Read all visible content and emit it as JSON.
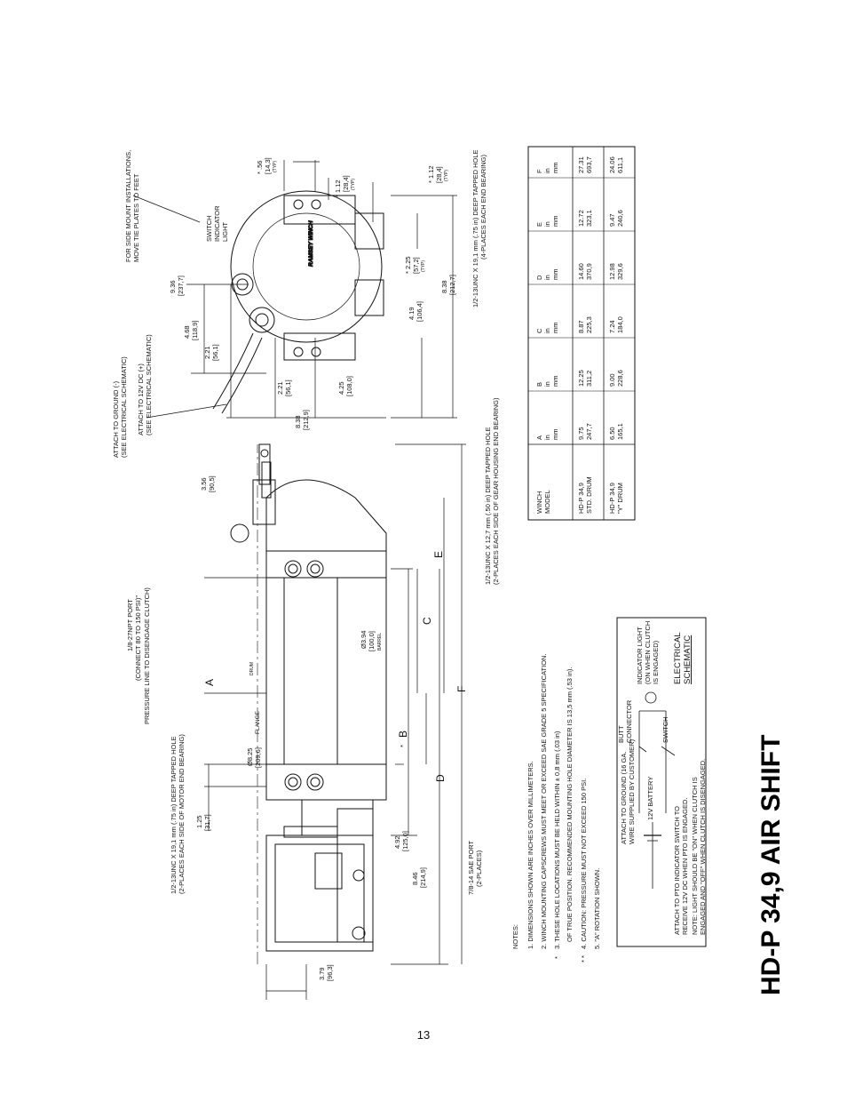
{
  "page": {
    "title": "HD-P 34,9 AIR SHIFT",
    "page_number": "13"
  },
  "side_view": {
    "callouts": {
      "tapped_motor_1": "1/2-13UNC X 19,1 mm (.75 in) DEEP TAPPED HOLE",
      "tapped_motor_2": "(2-PLACES EACH SIDE OF MOTOR END BEARING)",
      "pressure_1": "1/8-27NPT PORT",
      "pressure_2": "(CONNECT 80 TO 150 PSI)\"",
      "pressure_3": "PRESSURE LINE TO DISENGAGE CLUTCH)",
      "sae_port_1": "7/8-14 SAE PORT",
      "sae_port_2": "(2-PLACES)",
      "gear_tapped_1": "1/2-13UNC X 12,7 mm (.50 in) DEEP TAPPED HOLE",
      "gear_tapped_2": "(2-PLACES EACH SIDE OF GEAR HOUSING END BEARING)"
    },
    "dims": {
      "d379_in": "3.79",
      "d379_mm": "[96,3]",
      "d125_in": "1.25",
      "d125_mm": "[31,7]",
      "d492_in": "4.92",
      "d492_mm": "[125,0]",
      "d846_in": "8.46",
      "d846_mm": "[214,9]",
      "flange_in": "Ø8.25",
      "flange_mm": "[209,6]",
      "flange_label": "FLANGE",
      "drum_label": "DRUM",
      "barrel_in": "Ø3.94",
      "barrel_mm": "[100,0]",
      "barrel_label": "BARREL",
      "d356_in": "3.56",
      "d356_mm": "[90,5]"
    },
    "letters": {
      "A": "A",
      "B": "B",
      "C": "C",
      "D": "D",
      "E": "E",
      "F": "F",
      "star": "*"
    }
  },
  "end_view": {
    "callouts": {
      "ground_1": "ATTACH TO GROUND (-)",
      "ground_2": "(SEE ELECTRICAL SCHEMATIC)",
      "v12_1": "ATTACH TO 12V DC (+)",
      "v12_2": "(SEE ELECTRICAL SCHEMATIC)",
      "side_mount_1": "FOR SIDE MOUNT INSTALLATIONS,",
      "side_mount_2": "MOVE TIE PLATES TO FEET",
      "switch_1": "SWITCH",
      "switch_2": "INDICATOR",
      "switch_3": "LIGHT",
      "top_tapped_1": "1/2-13UNC X 19,1 mm (.75 in) DEEP TAPPED HOLE",
      "top_tapped_2": "(4-PLACES EACH END BEARING)",
      "logo": "RAMSEY WINCH"
    },
    "dims": {
      "d056_in": "* .56",
      "d056_mm": "[14,3]",
      "typ": "(TYP)",
      "d112a_in": "* 1.12",
      "d112a_mm": "[28,4]",
      "d112b_in": "* 1.12",
      "d112b_mm": "[28,4]",
      "d936_in": "9.36",
      "d936_mm": "[237,7]",
      "d468_in": "4.68",
      "d468_mm": "[118,9]",
      "d221a_in": "2.21",
      "d221a_mm": "[56,1]",
      "d225_in": "* 2.25",
      "d225_mm": "[57,2]",
      "d221b_in": "2.21",
      "d221b_mm": "[56,1]",
      "d425_in": "4.25",
      "d425_mm": "[108,0]",
      "d419_in": "4.19",
      "d419_mm": "[106,4]",
      "d838a_in": "8.38",
      "d838a_mm": "[212,9]",
      "d838b_in": "8.38",
      "d838b_mm": "[212,7]"
    }
  },
  "notes": {
    "heading": "NOTES:",
    "items": [
      "1. DIMENSIONS SHOWN ARE INCHES OVER MILLIMETERS.",
      "2. WINCH MOUNTING CAPSCREWS MUST MEET OR EXCEED SAE GRADE 5 SPECIFICATION.",
      "3. THESE HOLE LOCATIONS MUST BE HELD WITHIN ± 0,8 mm (.03 in)",
      "OF TRUE POSITION.  RECOMMENDED MOUNTING HOLE DIAMETER IS 13,5 mm (.53 in).",
      "4. CAUTION: PRESSURE MUST NOT EXCEED 150 PSI.",
      "5. \"A\" ROTATION SHOWN."
    ],
    "marks": [
      "*",
      "* *"
    ]
  },
  "schematic": {
    "title_1": "ELECTRICAL",
    "title_2": "SCHEMATIC",
    "ground_1": "ATTACH TO GROUND (16 GA.",
    "ground_2": "WIRE SUPPLIED BY CUSTOMER)",
    "battery": "12V BATTERY",
    "butt_1": "BUTT",
    "butt_2": "CONNECTOR",
    "switch": "SWITCH",
    "light_1": "INDICATOR LIGHT",
    "light_2": "(ON WHEN CLUTCH",
    "light_3": "IS ENGAGED)",
    "pto_1": "ATTACH TO PTO INDICATOR SWITCH TO",
    "pto_2": "RECEIVE 12V DC WHEN PTO IS ENGAGED.",
    "note_1": "NOTE: LIGHT SHOULD BE \"ON\" WHEN CLUTCH IS",
    "note_2": "ENGAGED AND \"OFF\" WHEN CLUTCH IS DISENGAGED."
  },
  "table": {
    "headers": [
      [
        "WINCH",
        "MODEL",
        ""
      ],
      [
        "A",
        "in",
        "mm"
      ],
      [
        "B",
        "in",
        "mm"
      ],
      [
        "C",
        "in",
        "mm"
      ],
      [
        "D",
        "in",
        "mm"
      ],
      [
        "E",
        "in",
        "mm"
      ],
      [
        "F",
        "in",
        "mm"
      ]
    ],
    "rows": [
      [
        "HD-P 34,9",
        "STD. DRUM",
        "9.75",
        "247,7",
        "12.25",
        "311,2",
        "8.87",
        "225,3",
        "14.60",
        "370,9",
        "12.72",
        "323,1",
        "27.31",
        "693,7"
      ],
      [
        "HD-P 34,9",
        "\"Y\" DRUM",
        "6.50",
        "165,1",
        "9.00",
        "228,6",
        "7.24",
        "184,0",
        "12.98",
        "329,6",
        "9.47",
        "240,6",
        "24.06",
        "611,1"
      ]
    ]
  }
}
